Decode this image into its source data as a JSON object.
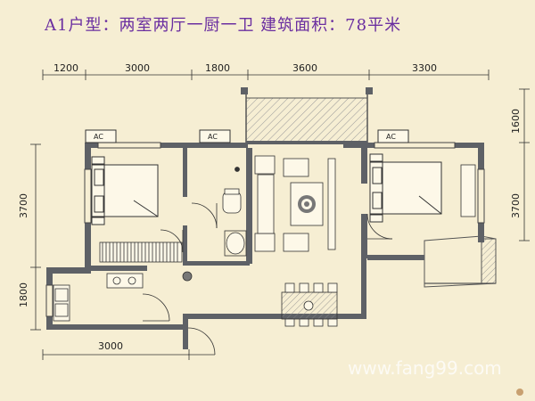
{
  "title": "A1户型：两室两厅一厨一卫  建筑面积：78平米",
  "dimensions": {
    "top": [
      "1200",
      "3000",
      "1800",
      "3600",
      "3300"
    ],
    "bottom": "3000",
    "left": [
      "3700",
      "1800"
    ],
    "right": [
      "1600",
      "3700"
    ]
  },
  "ac_labels": [
    "AC",
    "AC",
    "AC"
  ],
  "watermark": "www.fang99.com",
  "colors": {
    "background": "#f6eed3",
    "title": "#6a2ea0",
    "wall": "#5e6166",
    "line": "#444444",
    "balcony_hatch": "#9a9a9a"
  }
}
